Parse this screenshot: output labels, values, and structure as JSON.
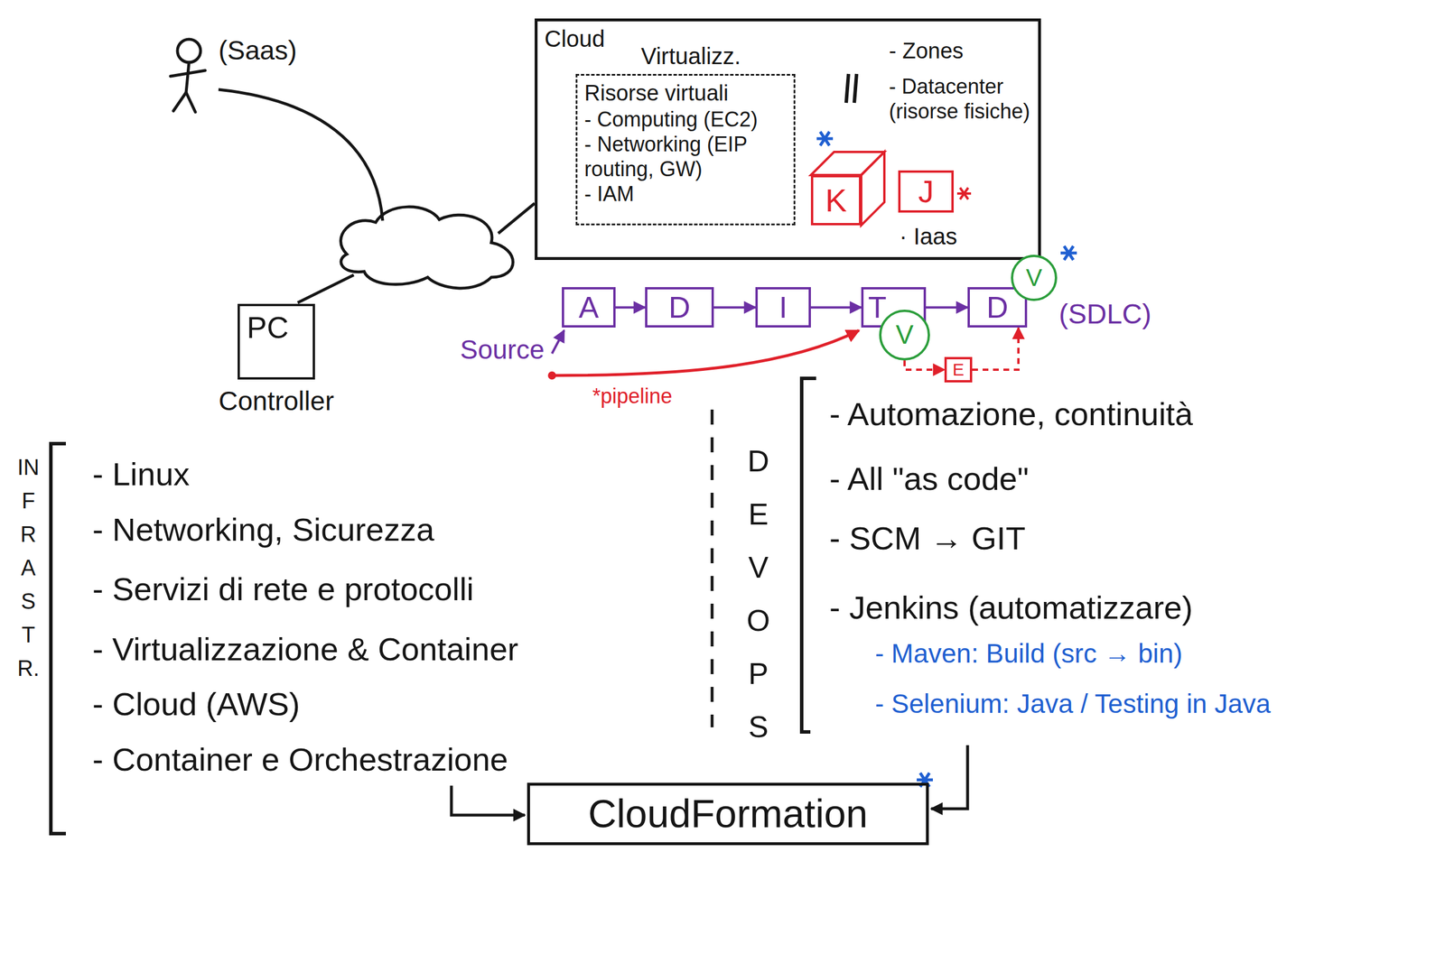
{
  "diagram": {
    "nodes": [
      {
        "text": [
          "PC",
          "Controller"
        ]
      },
      {
        "text": [
          "Cloud"
        ]
      },
      {
        "text": [
          "Virtualizz.",
          "Risorse virtuali",
          "- Computing (EC2)",
          "- Networking (EIP routing, GW)",
          "- IAM"
        ],
        "in": 1
      },
      {
        "text": [
          "K"
        ],
        "in": 1
      },
      {
        "text": [
          "J"
        ],
        "in": 1
      },
      {
        "text": [
          "A"
        ]
      },
      {
        "text": [
          "D"
        ]
      },
      {
        "text": [
          "I"
        ]
      },
      {
        "text": [
          "T"
        ]
      },
      {
        "text": [
          "V"
        ]
      },
      {
        "text": [
          "D"
        ]
      },
      {
        "text": [
          "V"
        ]
      },
      {
        "text": [
          "E"
        ]
      },
      {
        "text": [
          "CloudFormation"
        ]
      }
    ],
    "edges": [
      {
        "from": 5,
        "to": 6,
        "arrow": "to"
      },
      {
        "from": 6,
        "to": 7,
        "arrow": "to"
      },
      {
        "from": 7,
        "to": 8,
        "arrow": "to"
      },
      {
        "from": 8,
        "to": 10,
        "arrow": "to"
      },
      {
        "from": 9,
        "to": 12,
        "arrow": "to"
      },
      {
        "from": 12,
        "to": 10,
        "arrow": "to"
      }
    ],
    "labels": [
      "(Saas)",
      "- Zones",
      "- Datacenter (risorse fisiche)",
      "· Iaas",
      "Source",
      "*pipeline",
      "(SDLC)",
      "INFRASTR.",
      "- Linux",
      "- Networking, Sicurezza",
      "- Servizi di rete e protocolli",
      "- Virtualizzazione & Container",
      "- Cloud (AWS)",
      "- Container e Orchestrazione",
      "DEVOPS",
      "- Automazione, continuità",
      "- All \"as code\"",
      "- SCM → GIT",
      "- Jenkins (automatizzare)",
      "- Maven: Build (src → bin)",
      "- Selenium: Java / Testing in Java"
    ]
  }
}
